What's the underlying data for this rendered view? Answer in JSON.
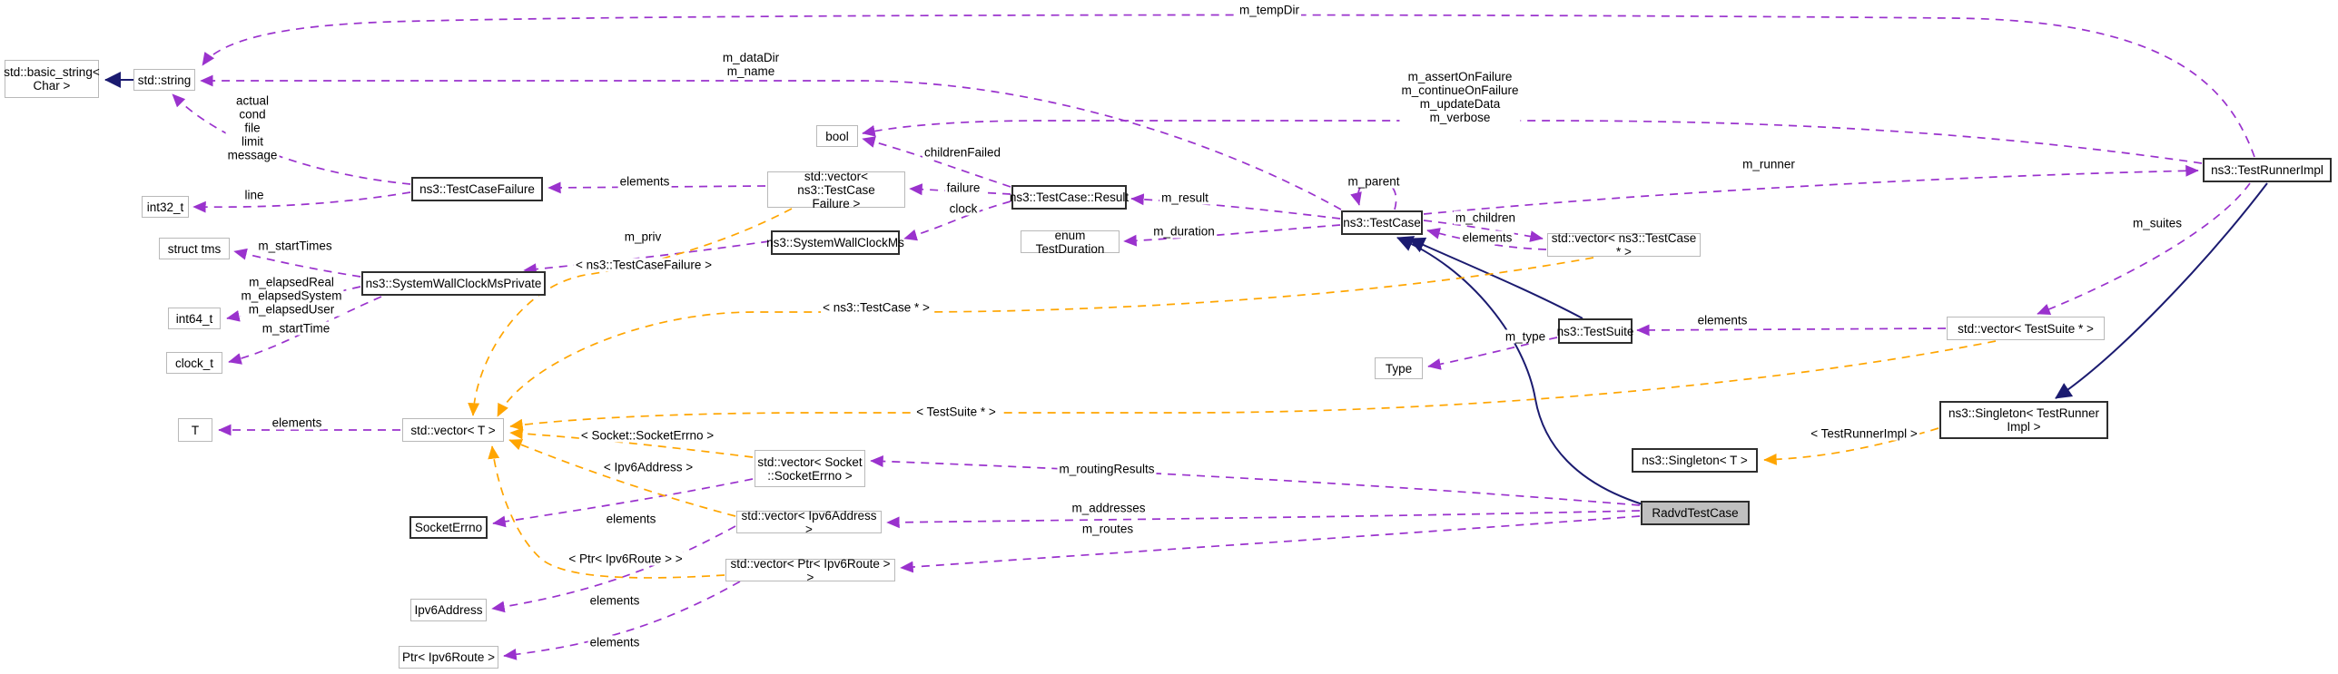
{
  "diagram": {
    "type": "collaboration-graph",
    "colors": {
      "usage_edge": "#9a32cd",
      "template_edge": "#ffa500",
      "inheritance_edge": "#1b1b70",
      "linked_node_border": "#2e2e2e",
      "external_node_border": "#b9b9b9",
      "current_node_fill": "#bfbfbf"
    },
    "nodes": {
      "basic_string": {
        "label": "std::basic_string<\nChar >"
      },
      "std_string": {
        "label": "std::string"
      },
      "int32_t": {
        "label": "int32_t"
      },
      "struct_tms": {
        "label": "struct tms"
      },
      "int64_t": {
        "label": "int64_t"
      },
      "clock_t": {
        "label": "clock_t"
      },
      "T": {
        "label": "T"
      },
      "testcasefailure": {
        "label": "ns3::TestCaseFailure"
      },
      "vector_testcasefailure": {
        "label": "std::vector< ns3::TestCase\nFailure >"
      },
      "syswallclockms": {
        "label": "ns3::SystemWallClockMs"
      },
      "syswallclockprivate": {
        "label": "ns3::SystemWallClockMsPrivate"
      },
      "bool": {
        "label": "bool"
      },
      "testcase_result": {
        "label": "ns3::TestCase::Result"
      },
      "enum_testduration": {
        "label": "enum TestDuration"
      },
      "testcase": {
        "label": "ns3::TestCase"
      },
      "vector_testcase_ptr": {
        "label": "std::vector< ns3::TestCase * >"
      },
      "testsuite": {
        "label": "ns3::TestSuite"
      },
      "type": {
        "label": "Type"
      },
      "testrunnerimpl": {
        "label": "ns3::TestRunnerImpl"
      },
      "vector_testsuite_ptr": {
        "label": "std::vector< TestSuite * >"
      },
      "singleton_testrunnerimpl": {
        "label": "ns3::Singleton< TestRunner\nImpl >"
      },
      "singleton_t": {
        "label": "ns3::Singleton< T >"
      },
      "radvdtestcase": {
        "label": "RadvdTestCase"
      },
      "vector_t": {
        "label": "std::vector< T >"
      },
      "vector_socketerrno": {
        "label": "std::vector< Socket\n::SocketErrno >"
      },
      "vector_ipv6address": {
        "label": "std::vector< Ipv6Address >"
      },
      "vector_ptr_ipv6route": {
        "label": "std::vector< Ptr< Ipv6Route > >"
      },
      "socketerrno": {
        "label": "SocketErrno"
      },
      "ipv6address": {
        "label": "Ipv6Address"
      },
      "ptr_ipv6route": {
        "label": "Ptr< Ipv6Route >"
      }
    },
    "edge_labels": {
      "m_tempDir": "m_tempDir",
      "m_dataDir_m_name": "m_dataDir\nm_name",
      "runner_flags": "m_assertOnFailure\nm_continueOnFailure\nm_updateData\nm_verbose",
      "failure_strings": "actual\ncond\nfile\nlimit\nmessage",
      "line": "line",
      "elements_testcasefailure": "elements",
      "childrenFailed": "childrenFailed",
      "failure": "failure",
      "clock": "clock",
      "m_result": "m_result",
      "m_duration": "m_duration",
      "m_parent": "m_parent",
      "m_children": "m_children",
      "elements_testcase": "elements",
      "m_runner": "m_runner",
      "m_suites": "m_suites",
      "elements_testsuite": "elements",
      "m_type": "m_type",
      "m_priv": "m_priv",
      "m_startTimes": "m_startTimes",
      "elapsed_members": "m_elapsedReal\nm_elapsedSystem\nm_elapsedUser",
      "m_startTime": "m_startTime",
      "elements_t": "elements",
      "tmpl_testrunnerimpl": "< TestRunnerImpl >",
      "tmpl_testcasefailure": "< ns3::TestCaseFailure >",
      "tmpl_testcase_ptr": "< ns3::TestCase * >",
      "tmpl_testsuite_ptr": "< TestSuite * >",
      "tmpl_socketerrno": "< Socket::SocketErrno >",
      "tmpl_ipv6address": "< Ipv6Address >",
      "tmpl_ptr_ipv6route": "< Ptr< Ipv6Route > >",
      "elements_socketerrno": "elements",
      "elements_ipv6address": "elements",
      "elements_ptr_ipv6route": "elements",
      "m_routingResults": "m_routingResults",
      "m_addresses": "m_addresses",
      "m_routes": "m_routes"
    }
  }
}
